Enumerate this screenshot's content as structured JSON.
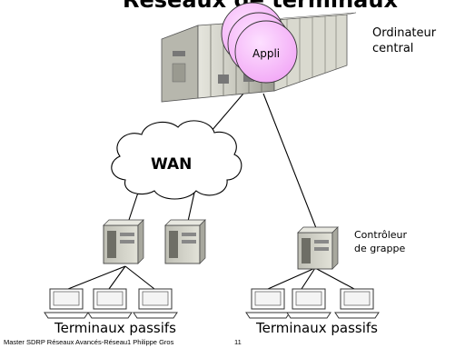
{
  "slide": {
    "title": "Réseaux de terminaux",
    "page_number": "11",
    "footer": "Master SDRP Réseaux Avancés-Réseau1 Philippe Gros"
  },
  "diagram": {
    "mainframe_label_line1": "Ordinateur",
    "mainframe_label_line2": "central",
    "application_label": "Appli",
    "wan_label": "WAN",
    "controller_label_line1": "Contrôleur",
    "controller_label_line2": "de grappe",
    "terminals_left_label": "Terminaux passifs",
    "terminals_right_label": "Terminaux passifs"
  }
}
